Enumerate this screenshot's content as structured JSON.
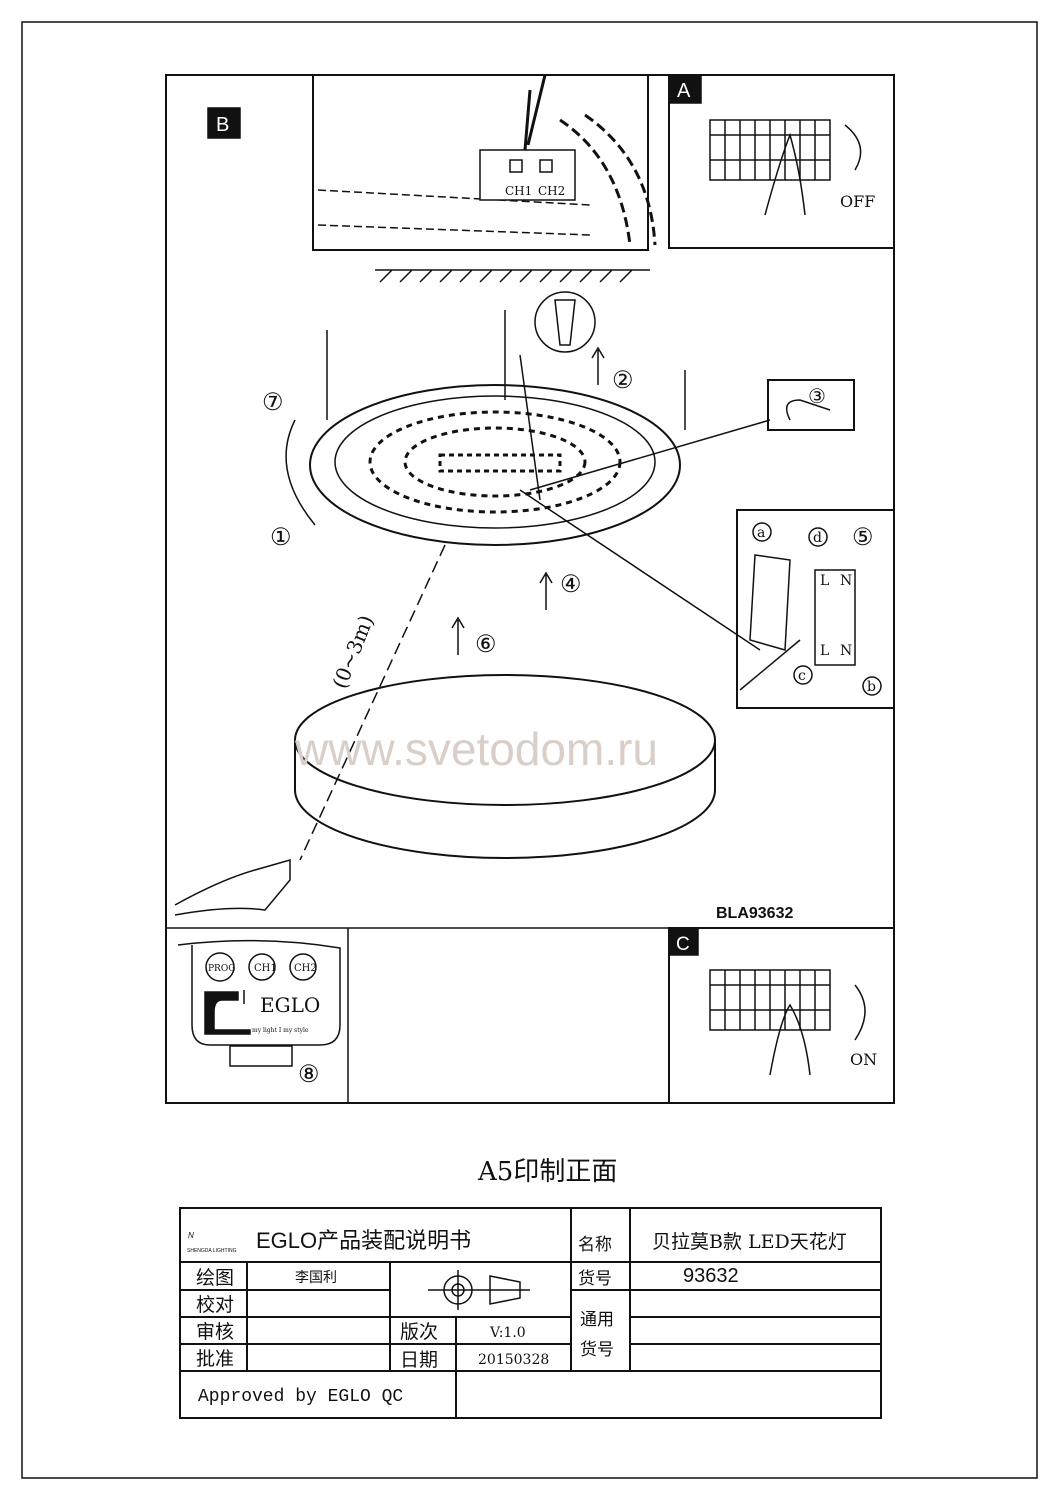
{
  "panels": {
    "a_label": "A",
    "b_label": "B",
    "c_label": "C",
    "off": "OFF",
    "on": "ON",
    "ch1": "CH1",
    "ch2": "CH2"
  },
  "steps": [
    "①",
    "②",
    "③",
    "④",
    "⑤",
    "⑥",
    "⑦",
    "⑧"
  ],
  "wiring": {
    "a": "a",
    "b": "b",
    "c": "c",
    "d": "d",
    "l": "L",
    "n": "N"
  },
  "distance": "(0~3m)",
  "watermark": "www.svetodom.ru",
  "model_code": "BLA93632",
  "remote": {
    "prog": "PROG",
    "ch1": "CH1",
    "ch2": "CH2",
    "brand": "EGLO",
    "slogan": "my light I my style"
  },
  "print_note": "A5印制正面",
  "title_block": {
    "logo_text": "SHENGDA LIGHTING",
    "doc_title": "EGLO产品装配说明书",
    "name_label": "名称",
    "name_value": "贝拉莫B款 LED天花灯",
    "drawn_label": "绘图",
    "drawn_value": "李国利",
    "check_label": "校对",
    "review_label": "审核",
    "approve_label": "批准",
    "version_label": "版次",
    "version_value": "V:1.0",
    "date_label": "日期",
    "date_value": "20150328",
    "item_label": "货号",
    "item_value": "93632",
    "common_label_1": "通用",
    "common_label_2": "货号",
    "approved_by": "Approved by EGLO QC"
  }
}
